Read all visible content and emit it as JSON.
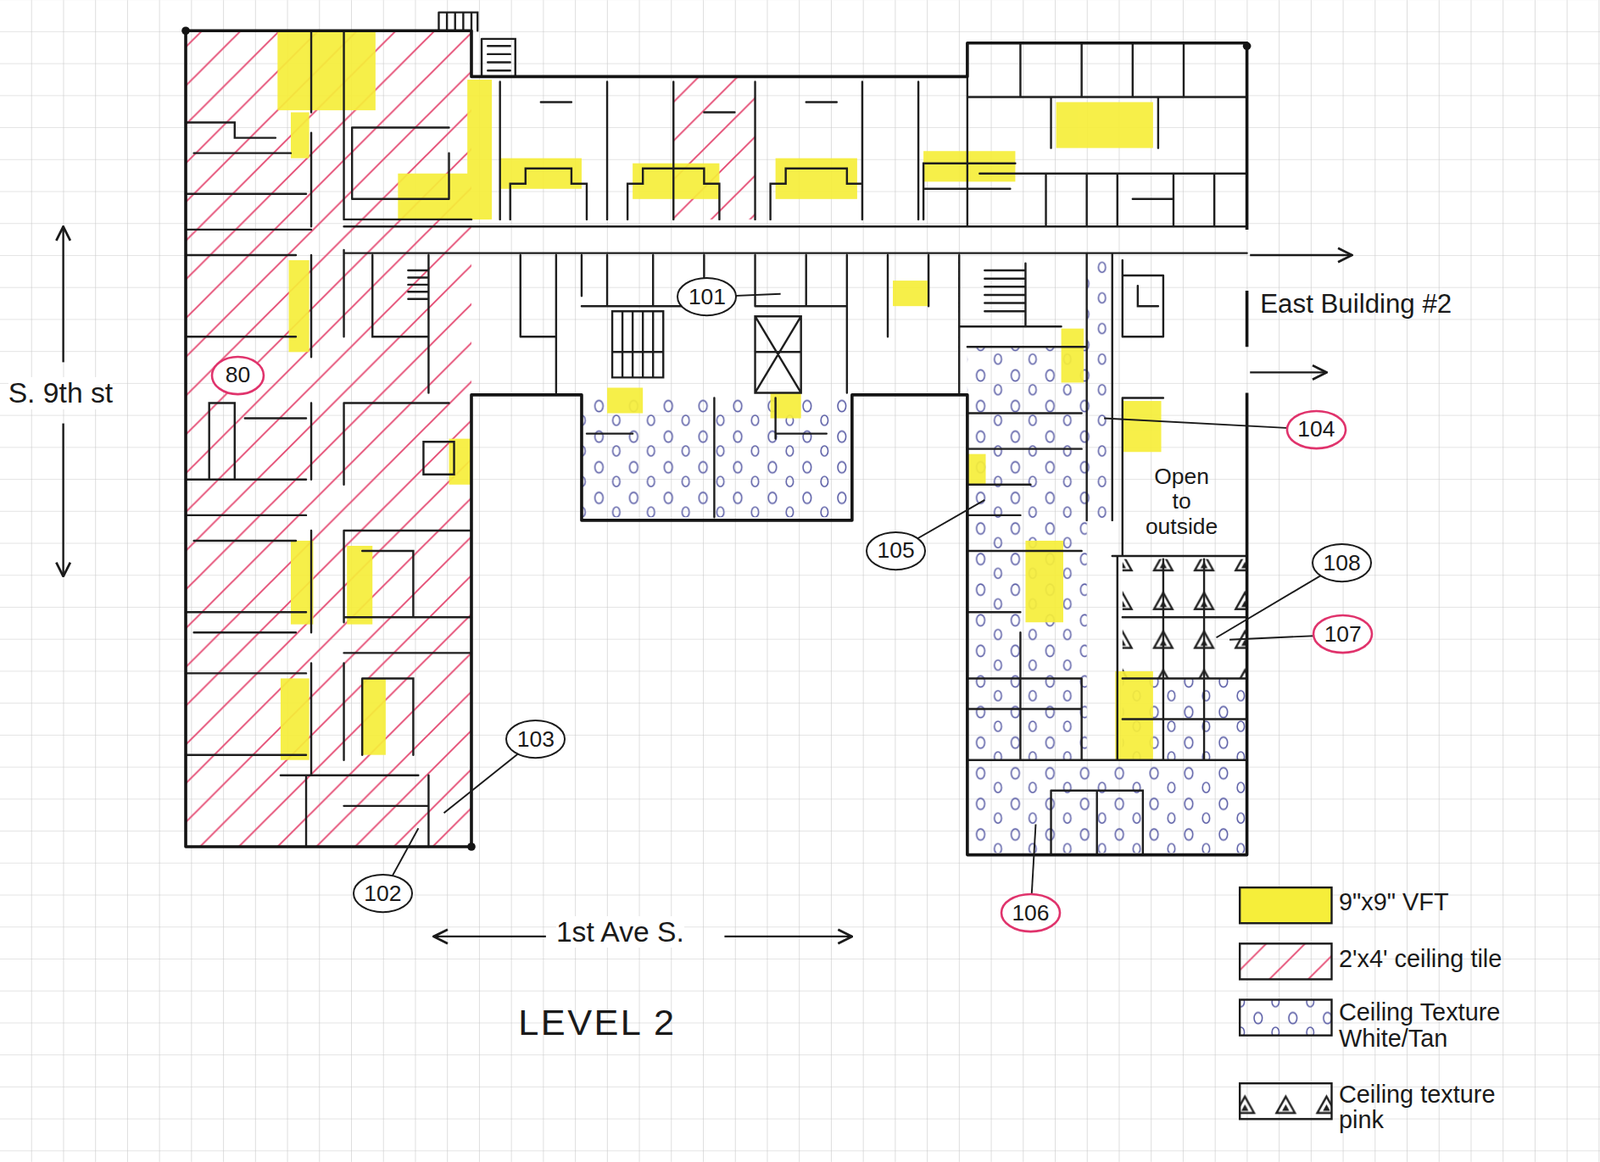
{
  "diagram": {
    "title": "LEVEL 2",
    "nodes": [
      {
        "text": [
          "101"
        ]
      },
      {
        "text": [
          "80"
        ]
      },
      {
        "text": [
          "104"
        ]
      },
      {
        "text": [
          "105"
        ]
      },
      {
        "text": [
          "108"
        ]
      },
      {
        "text": [
          "107"
        ]
      },
      {
        "text": [
          "103"
        ]
      },
      {
        "text": [
          "102"
        ]
      },
      {
        "text": [
          "106"
        ]
      }
    ],
    "labels": [
      "East Building #2",
      "S. 9th st",
      "Open to outside",
      "1st Ave S."
    ],
    "legend": [
      {
        "text": "9\"x9\" VFT",
        "color": "#f6ee3a"
      },
      {
        "text": "2'x4' ceiling tile"
      },
      {
        "text": "Ceiling Texture White/Tan"
      },
      {
        "text": "Ceiling texture pink"
      }
    ]
  }
}
